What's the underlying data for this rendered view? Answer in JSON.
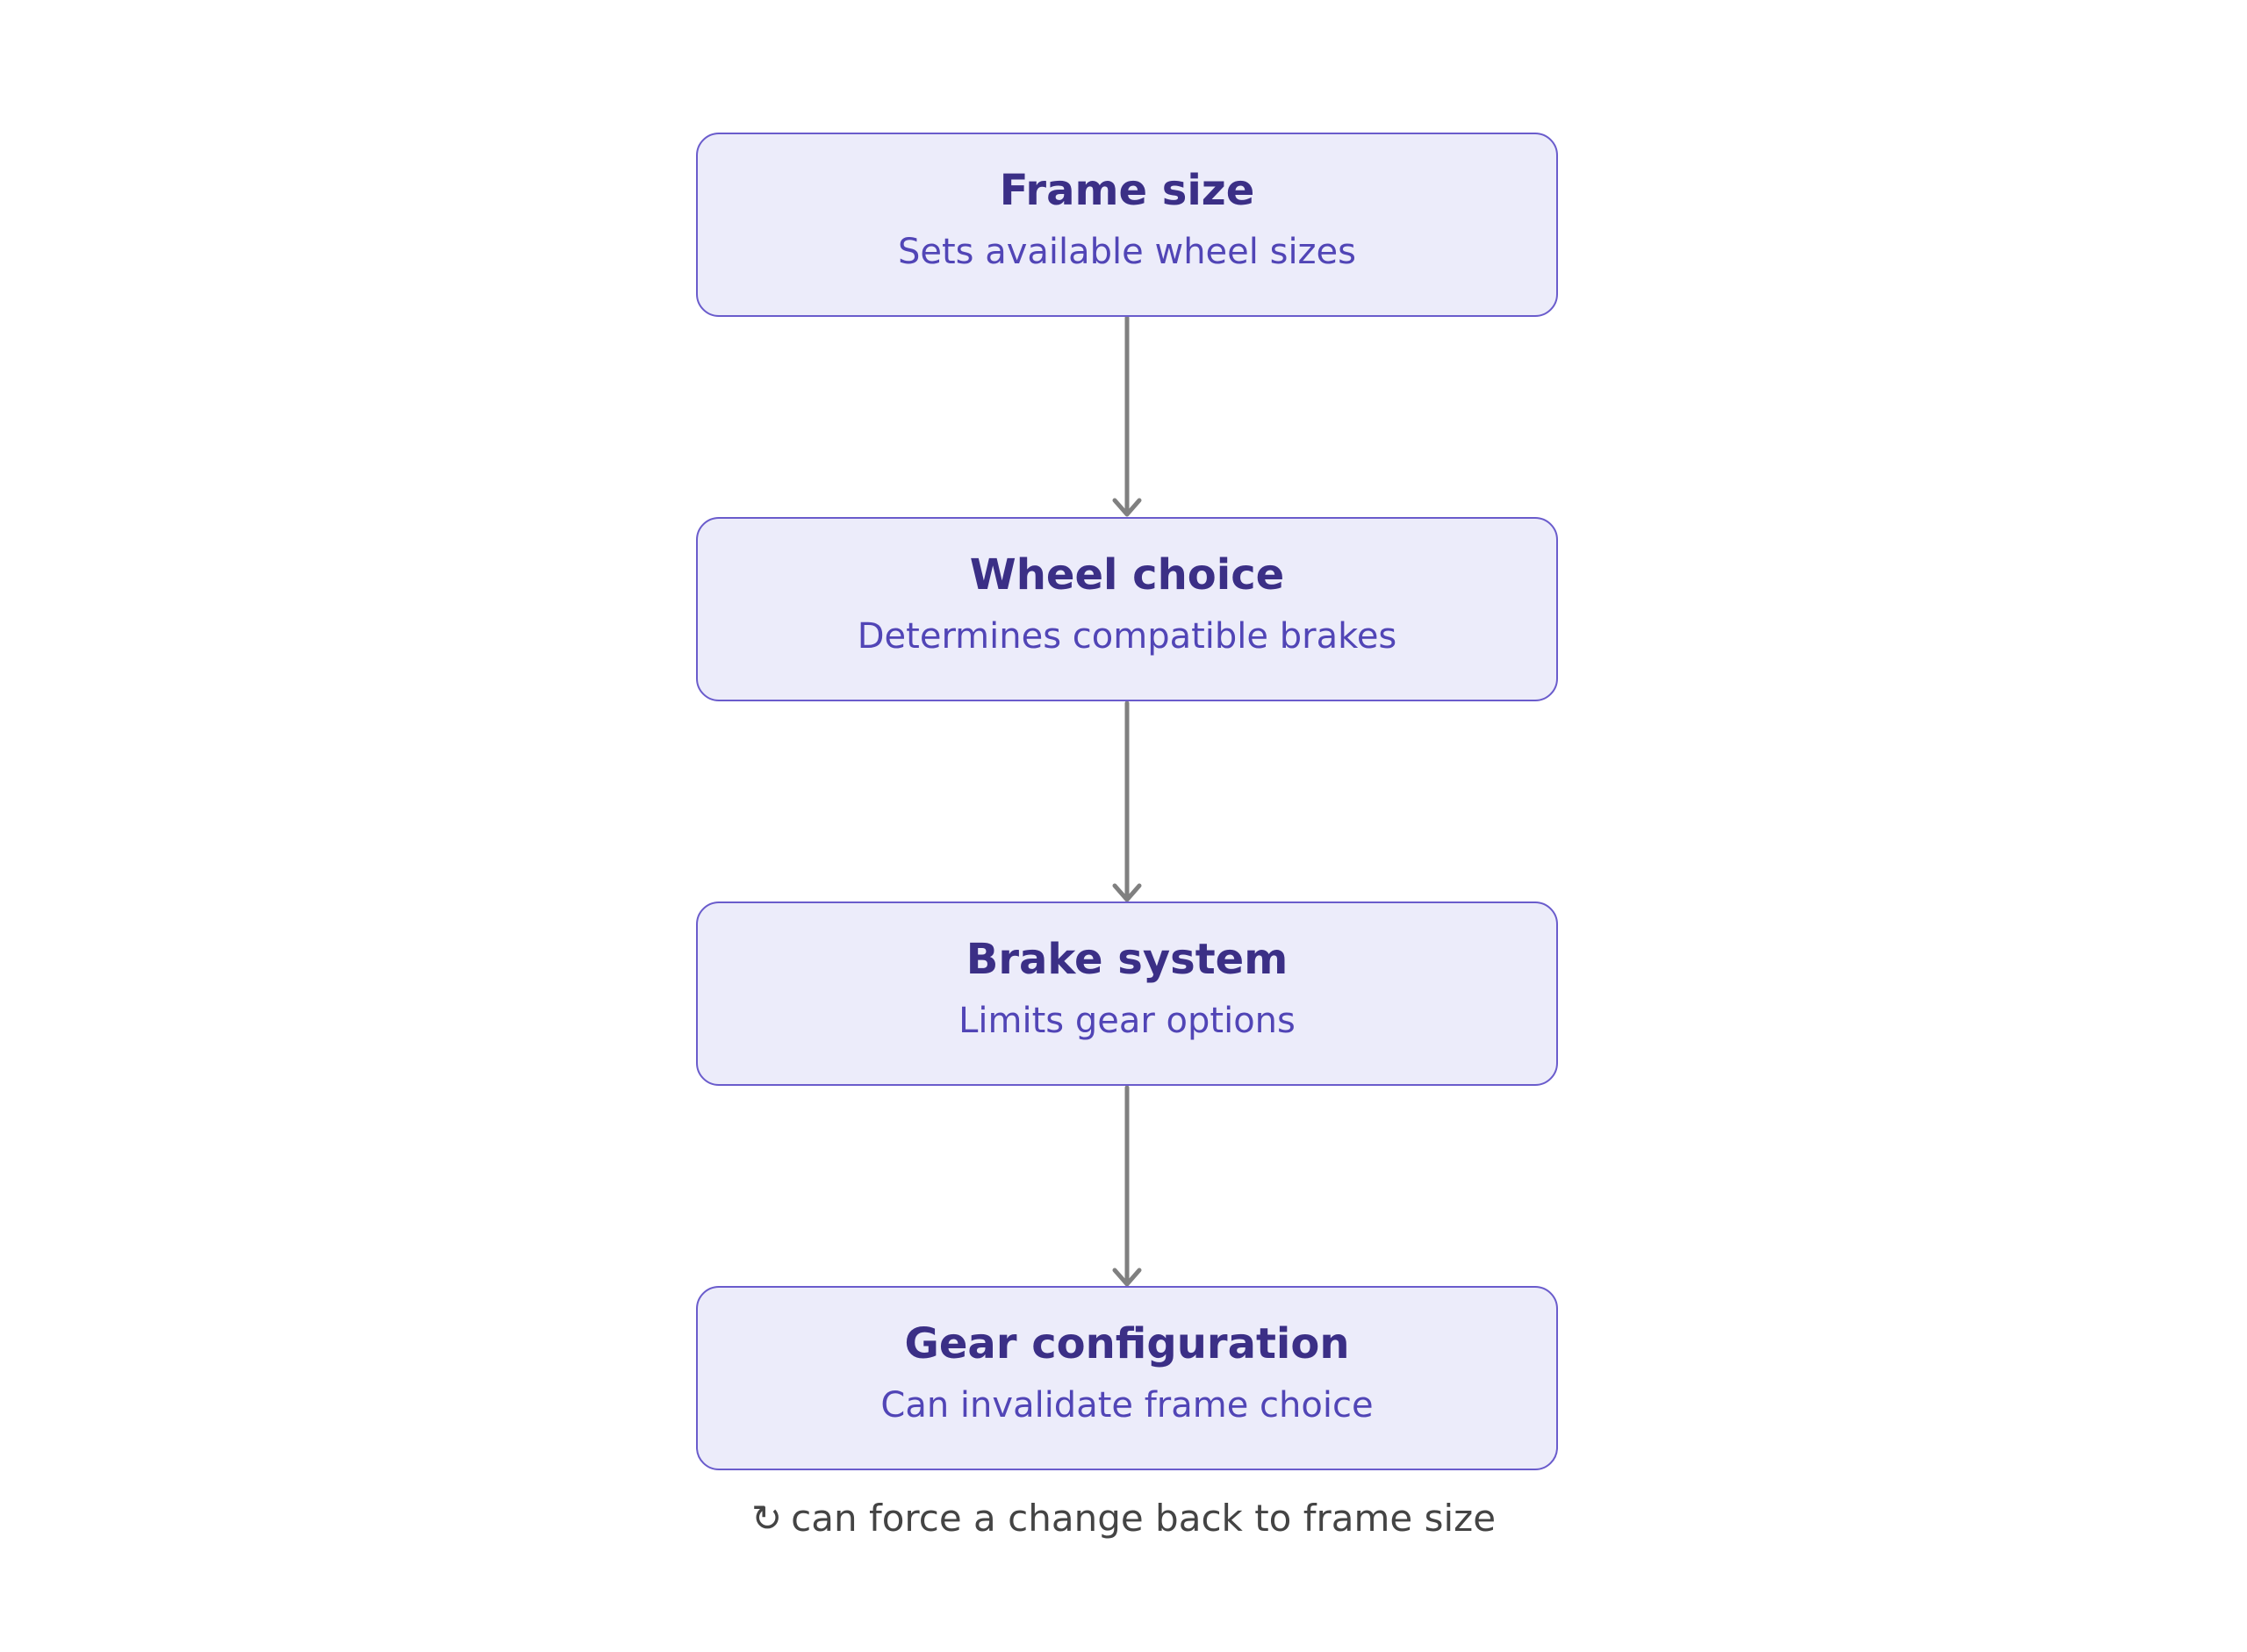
{
  "diagram": {
    "nodes": [
      {
        "title": "Frame size",
        "subtitle": "Sets available wheel sizes"
      },
      {
        "title": "Wheel choice",
        "subtitle": "Determines compatible brakes"
      },
      {
        "title": "Brake system",
        "subtitle": "Limits gear options"
      },
      {
        "title": "Gear configuration",
        "subtitle": "Can invalidate frame choice"
      }
    ],
    "footnote": {
      "icon": "↻",
      "icon_name": "cycle-arrow-icon",
      "text": "can force a change back to frame size"
    },
    "colors": {
      "node_fill": "#ececfa",
      "node_border": "#6a5ccc",
      "title_text": "#3b2f86",
      "subtitle_text": "#5145b6",
      "arrow": "#808080",
      "footnote_text": "#444444"
    }
  }
}
